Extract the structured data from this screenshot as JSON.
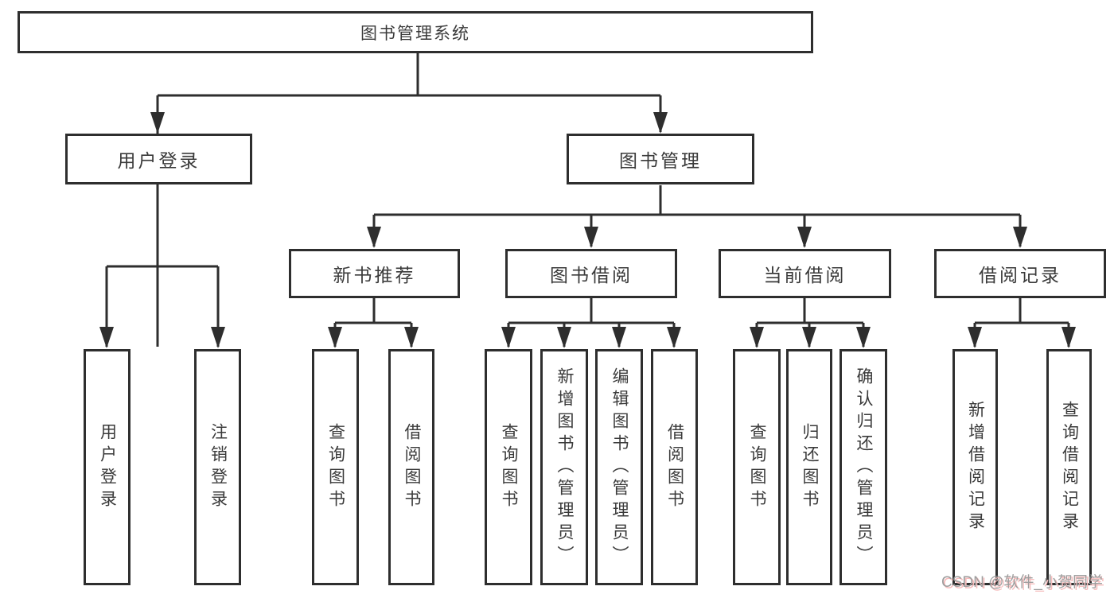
{
  "tree": {
    "label": "图书管理系统",
    "children": [
      {
        "label": "用户登录",
        "children": [
          {
            "label": "用户登录"
          },
          {
            "label": "注销登录"
          }
        ]
      },
      {
        "label": "图书管理",
        "children": [
          {
            "label": "新书推荐",
            "children": [
              {
                "label": "查询图书"
              },
              {
                "label": "借阅图书"
              }
            ]
          },
          {
            "label": "图书借阅",
            "children": [
              {
                "label": "查询图书"
              },
              {
                "label": "新增图书（管理员）"
              },
              {
                "label": "编辑图书（管理员）"
              },
              {
                "label": "借阅图书"
              }
            ]
          },
          {
            "label": "当前借阅",
            "children": [
              {
                "label": "查询图书"
              },
              {
                "label": "归还图书"
              },
              {
                "label": "确认归还（管理员）"
              }
            ]
          },
          {
            "label": "借阅记录",
            "children": [
              {
                "label": "新增借阅记录"
              },
              {
                "label": "查询借阅记录"
              }
            ]
          }
        ]
      }
    ]
  },
  "watermark": {
    "text": "CSDN @软件_小贺同学"
  },
  "colors": {
    "line": "#2e2e2e",
    "text": "#3a3a3a",
    "background": "#ffffff",
    "watermark_gray": "#9e9e9e",
    "watermark_shadow": "#f6bdbd"
  }
}
